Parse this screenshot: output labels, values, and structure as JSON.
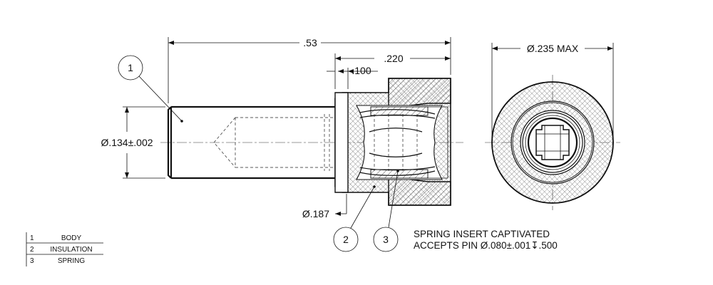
{
  "dimensions": {
    "overall_length": ".53",
    "head_length": ".220",
    "insulation_length": ".100",
    "max_diameter": "Ø.235 MAX",
    "shank_diameter": "Ø.134±.002",
    "insulation_diameter": "Ø.187"
  },
  "balloons": {
    "body": "1",
    "insulation": "2",
    "spring": "3"
  },
  "notes": {
    "line1": "SPRING INSERT CAPTIVATED",
    "line2": "ACCEPTS PIN Ø.080±.001↧.500"
  },
  "bom": {
    "rows": [
      {
        "item": "1",
        "part": "BODY"
      },
      {
        "item": "2",
        "part": "INSULATION"
      },
      {
        "item": "3",
        "part": "SPRING"
      }
    ]
  }
}
